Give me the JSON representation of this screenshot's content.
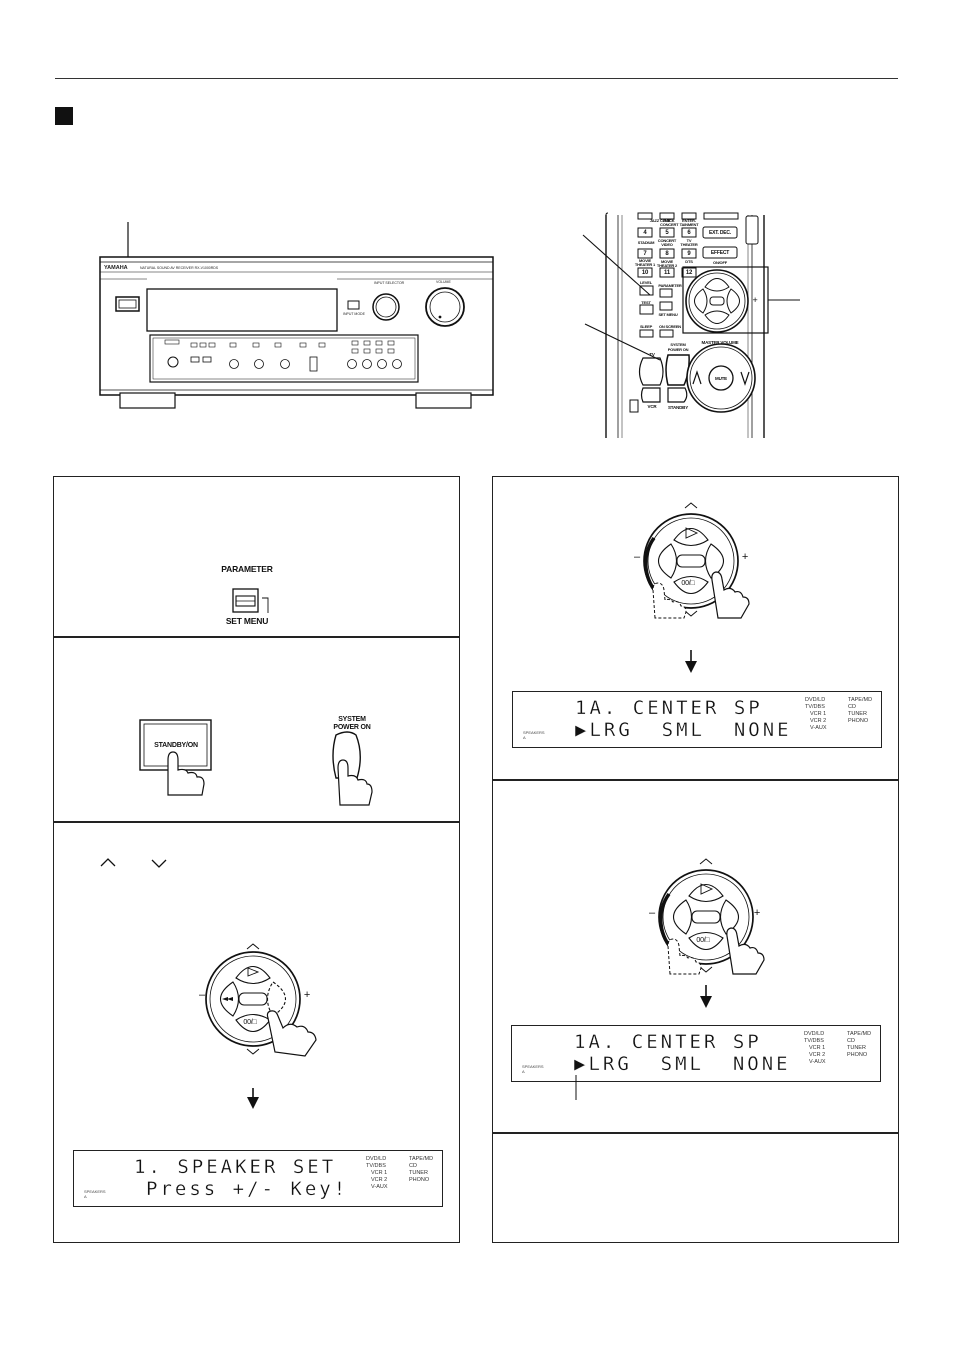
{
  "remote": {
    "keys": [
      {
        "label": "JAZZ CLUB",
        "num": "4"
      },
      {
        "label": "ROCK CONCERT",
        "num": "5"
      },
      {
        "label": "ENTER-TAINMENT",
        "num": "6"
      },
      {
        "label": "STADIUM",
        "num": "7"
      },
      {
        "label": "CONCERT VIDEO",
        "num": "8"
      },
      {
        "label": "TV THEATER",
        "num": "9"
      },
      {
        "label": "MOVIE THEATER 1",
        "num": "10"
      },
      {
        "label": "MOVIE THEATER 2",
        "num": "11"
      },
      {
        "label": "DTS",
        "num": "12"
      }
    ],
    "ext_dec": "EXT. DEC.",
    "effect": "EFFECT",
    "on_off": "ON/OFF",
    "level": "LEVEL",
    "parameter": "PARAMETER",
    "test": "TEST",
    "set_menu": "SET MENU",
    "sleep": "SLEEP",
    "on_screen": "ON SCREEN",
    "system_power_on": "SYSTEM POWER ON",
    "master_volume": "MASTER VOLUME",
    "tv": "TV",
    "vcr": "VCR",
    "standby": "STANDBY",
    "mute": "MUTE",
    "plus": "+"
  },
  "receiver": {
    "brand": "YAMAHA",
    "model_text": "NATURAL SOUND  AV RECEIVER  RX-V1000RDS",
    "input_selector": "INPUT SELECTOR",
    "volume": "VOLUME",
    "input_mode": "INPUT MODE"
  },
  "step_parameter": {
    "parameter_label": "PARAMETER",
    "set_menu_label": "SET MENU"
  },
  "step_power": {
    "standby_on": "STANDBY/ON",
    "system_power_on": "SYSTEM POWER ON"
  },
  "step_select": {
    "up_symbol": "︿",
    "down_symbol": "﹀"
  },
  "jog": {
    "minus": "–",
    "plus": "+",
    "pause_stop": "00/□"
  },
  "displays": {
    "sources_left": [
      "DVD/LD",
      "TV/DBS",
      "VCR 1",
      "VCR 2",
      "V-AUX"
    ],
    "sources_right": [
      "TAPE/MD",
      "CD",
      "TUNER",
      "PHONO"
    ],
    "speakers_label": "SPEAKERS",
    "speakers_sub": "A",
    "speaker_set": {
      "line1": "1. SPEAKER SET",
      "line2": "Press +/- Key!"
    },
    "center_sp_1": {
      "line1": "1A. CENTER SP",
      "line2": "▶LRG  SML  NONE"
    },
    "center_sp_2": {
      "line1": "1A. CENTER SP",
      "line2": "▶LRG  SML  NONE"
    }
  }
}
